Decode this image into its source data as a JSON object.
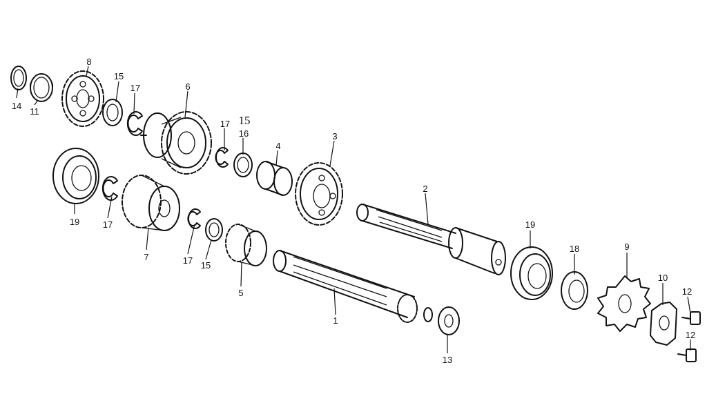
{
  "labels": {
    "p1": "1",
    "p2": "2",
    "p3": "3",
    "p4": "4",
    "p5": "5",
    "p6": "6",
    "p7": "7",
    "p8": "8",
    "p9": "9",
    "p10": "10",
    "p11": "11",
    "p12a": "12",
    "p12b": "12",
    "p13": "13",
    "p14": "14",
    "p15a": "15",
    "p15b": "15",
    "p15c": "15",
    "p16": "16",
    "p17a": "17",
    "p17b": "17",
    "p17c": "17",
    "p17d": "17",
    "p18": "18",
    "p19a": "19",
    "p19b": "19"
  },
  "colors": {
    "ink": "#111111",
    "paper": "#ffffff"
  }
}
